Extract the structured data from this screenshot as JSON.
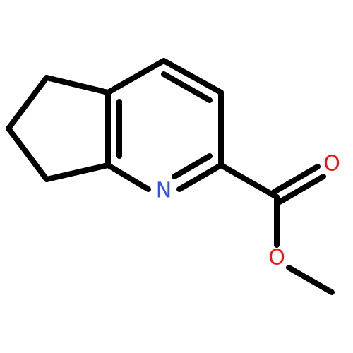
{
  "molecule": {
    "labels": {
      "nitrogen": "N",
      "carbonyl_oxygen": "O",
      "ester_oxygen": "O"
    },
    "colors": {
      "bond": "#000000",
      "nitrogen": "#3050F8",
      "oxygen": "#FF0D0D",
      "background": "#FFFFFF"
    }
  }
}
